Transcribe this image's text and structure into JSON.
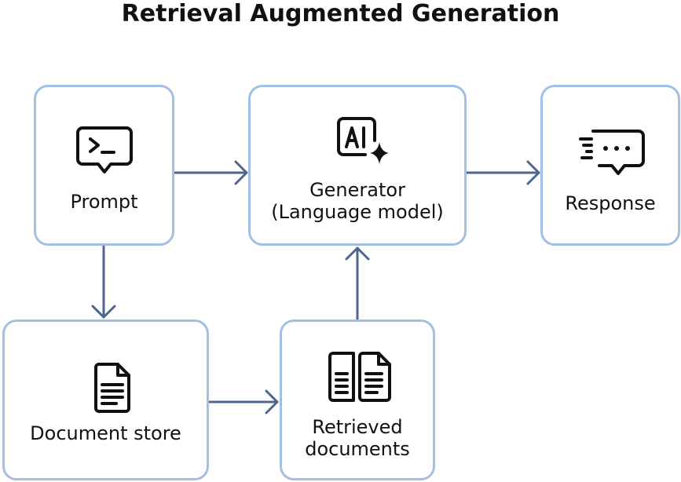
{
  "title": "Retrieval Augmented Generation",
  "colors": {
    "box_border": "#a4bfe6",
    "arrow": "#4e6590",
    "icon": "#111111"
  },
  "nodes": {
    "prompt": {
      "label": "Prompt",
      "icon": "terminal-chat-icon"
    },
    "generator": {
      "line1": "Generator",
      "line2": "(Language model)",
      "icon": "ai-sparkle-icon"
    },
    "response": {
      "label": "Response",
      "icon": "typing-message-icon"
    },
    "document_store": {
      "label": "Document store",
      "icon": "document-icon"
    },
    "retrieved": {
      "line1": "Retrieved",
      "line2": "documents",
      "icon": "two-documents-icon"
    }
  },
  "edges": [
    {
      "from": "Prompt",
      "to": "Generator (Language model)"
    },
    {
      "from": "Generator (Language model)",
      "to": "Response"
    },
    {
      "from": "Prompt",
      "to": "Document store"
    },
    {
      "from": "Document store",
      "to": "Retrieved documents"
    },
    {
      "from": "Retrieved documents",
      "to": "Generator (Language model)"
    }
  ]
}
